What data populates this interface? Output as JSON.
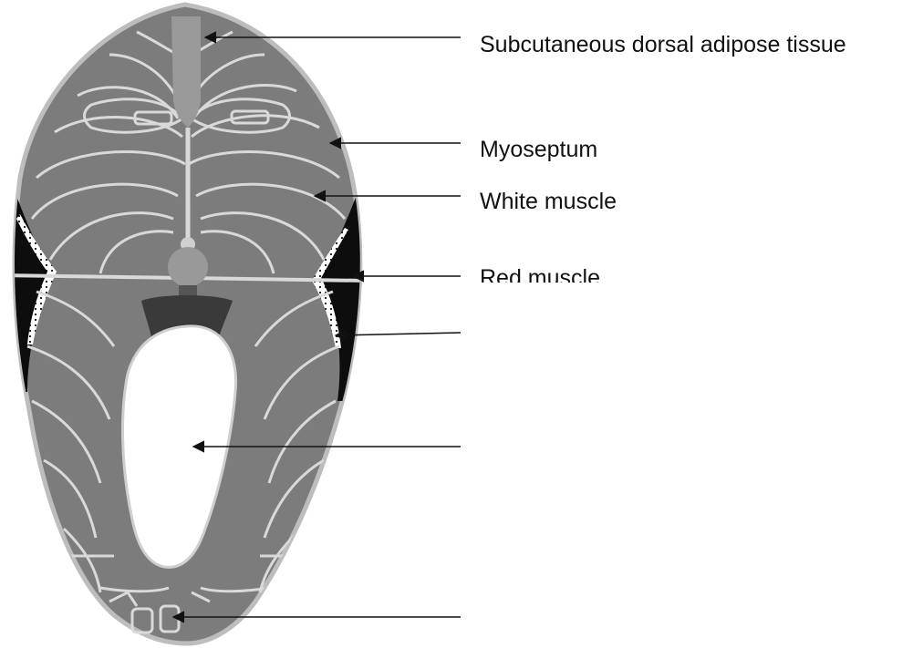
{
  "diagram": {
    "labels": [
      {
        "text": "Subcutaneous dorsal adipose tissue"
      },
      {
        "text": "Myoseptum"
      },
      {
        "text": "White muscle"
      },
      {
        "text": "Red muscle"
      }
    ]
  },
  "colors": {
    "background": "#ffffff",
    "flesh": "#7a7a7a",
    "flesh_light": "#8e8e8e",
    "septum": "#d6d6d6",
    "skin": "#b8b8b8",
    "red_muscle": "#0d0d0d",
    "fat_dots": "#ffffff",
    "arrow": "#111111"
  }
}
